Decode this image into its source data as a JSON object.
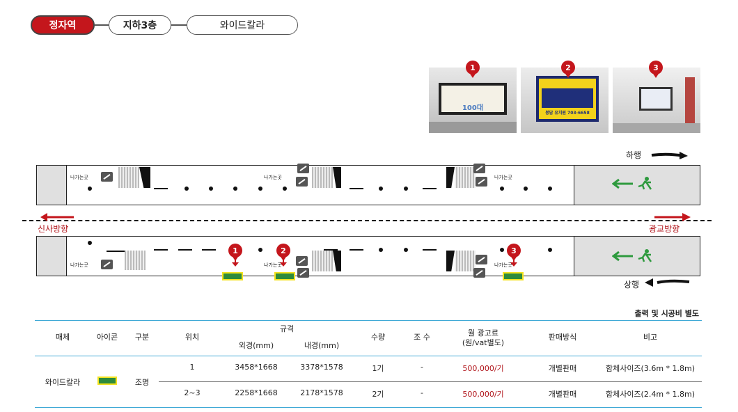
{
  "breadcrumb": {
    "station": "정자역",
    "floor": "지하3층",
    "media": "와이드칼라"
  },
  "photos": [
    {
      "number": "1"
    },
    {
      "number": "2"
    },
    {
      "number": "3"
    }
  ],
  "photo_texts": {
    "photo1_headline": "100대",
    "photo2_phone": "봉담 유치원 703-6658"
  },
  "directions": {
    "down": "하행",
    "up": "상행",
    "left": "신사방향",
    "right": "광교방향",
    "exit_label": "나가는곳"
  },
  "markers": [
    {
      "number": "1"
    },
    {
      "number": "2"
    },
    {
      "number": "3"
    }
  ],
  "table": {
    "note": "출력 및 시공비 별도",
    "headers": {
      "media": "매체",
      "icon": "아이콘",
      "category": "구분",
      "position": "위치",
      "spec": "규격",
      "outer": "외경(mm)",
      "inner": "내경(mm)",
      "quantity": "수량",
      "count": "조 수",
      "fee_line1": "월 광고료",
      "fee_line2": "(원/vat별도)",
      "sales": "판매방식",
      "remarks": "비고"
    },
    "media_name": "와이드칼라",
    "category_value": "조명",
    "rows": [
      {
        "position": "1",
        "outer": "3458*1668",
        "inner": "3378*1578",
        "quantity": "1기",
        "count": "-",
        "fee": "500,000/기",
        "sales": "개별판매",
        "remarks": "함체사이즈(3.6m * 1.8m)"
      },
      {
        "position": "2~3",
        "outer": "2258*1668",
        "inner": "2178*1578",
        "quantity": "2기",
        "count": "-",
        "fee": "500,000/기",
        "sales": "개별판매",
        "remarks": "함체사이즈(2.4m * 1.8m)"
      }
    ]
  },
  "colors": {
    "accent": "#c4161c",
    "table_line": "#3fa9d6",
    "sign_green": "#2e8b3c",
    "sign_border": "#f3e21f"
  }
}
